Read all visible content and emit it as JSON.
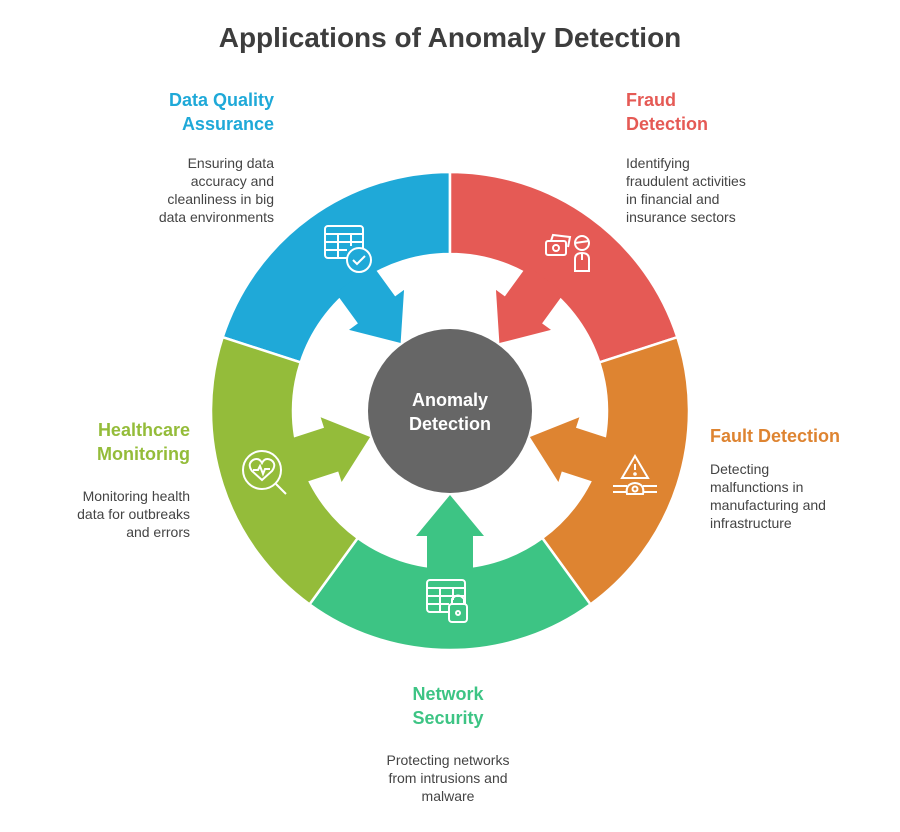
{
  "title": "Applications of Anomaly Detection",
  "center": {
    "line1": "Anomaly",
    "line2": "Detection",
    "color": "#666666"
  },
  "segments": [
    {
      "id": "data-quality",
      "head1": "Data Quality",
      "head2": "Assurance",
      "desc": [
        "Ensuring data",
        "accuracy and",
        "cleanliness in big",
        "data environments"
      ],
      "color": "#1fa9d8",
      "icon": "table-check-icon"
    },
    {
      "id": "fraud",
      "head1": "Fraud",
      "head2": "Detection",
      "desc": [
        "Identifying",
        "fraudulent activities",
        "in financial and",
        "insurance sectors"
      ],
      "color": "#e55a55",
      "icon": "money-person-icon"
    },
    {
      "id": "fault",
      "head1": "Fault Detection",
      "head2": "",
      "desc": [
        "Detecting",
        "malfunctions in",
        "manufacturing and",
        "infrastructure"
      ],
      "color": "#de8431",
      "icon": "warning-pipe-icon"
    },
    {
      "id": "network",
      "head1": "Network",
      "head2": "Security",
      "desc": [
        "Protecting networks",
        "from intrusions and",
        "malware"
      ],
      "color": "#3dc484",
      "icon": "table-lock-icon"
    },
    {
      "id": "healthcare",
      "head1": "Healthcare",
      "head2": "Monitoring",
      "desc": [
        "Monitoring health",
        "data for outbreaks",
        "and errors"
      ],
      "color": "#94bc3a",
      "icon": "heart-search-icon"
    }
  ]
}
